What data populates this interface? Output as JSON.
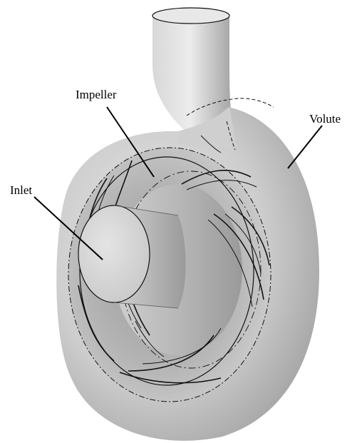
{
  "labels": {
    "inlet": "Inlet",
    "impeller": "Impeller",
    "volute": "Volute"
  },
  "colors": {
    "background": "#ffffff",
    "body_light": "#e2e2e2",
    "body_mid": "#c4c4c4",
    "body_dark": "#8e8e8e",
    "outline": "#111111"
  }
}
